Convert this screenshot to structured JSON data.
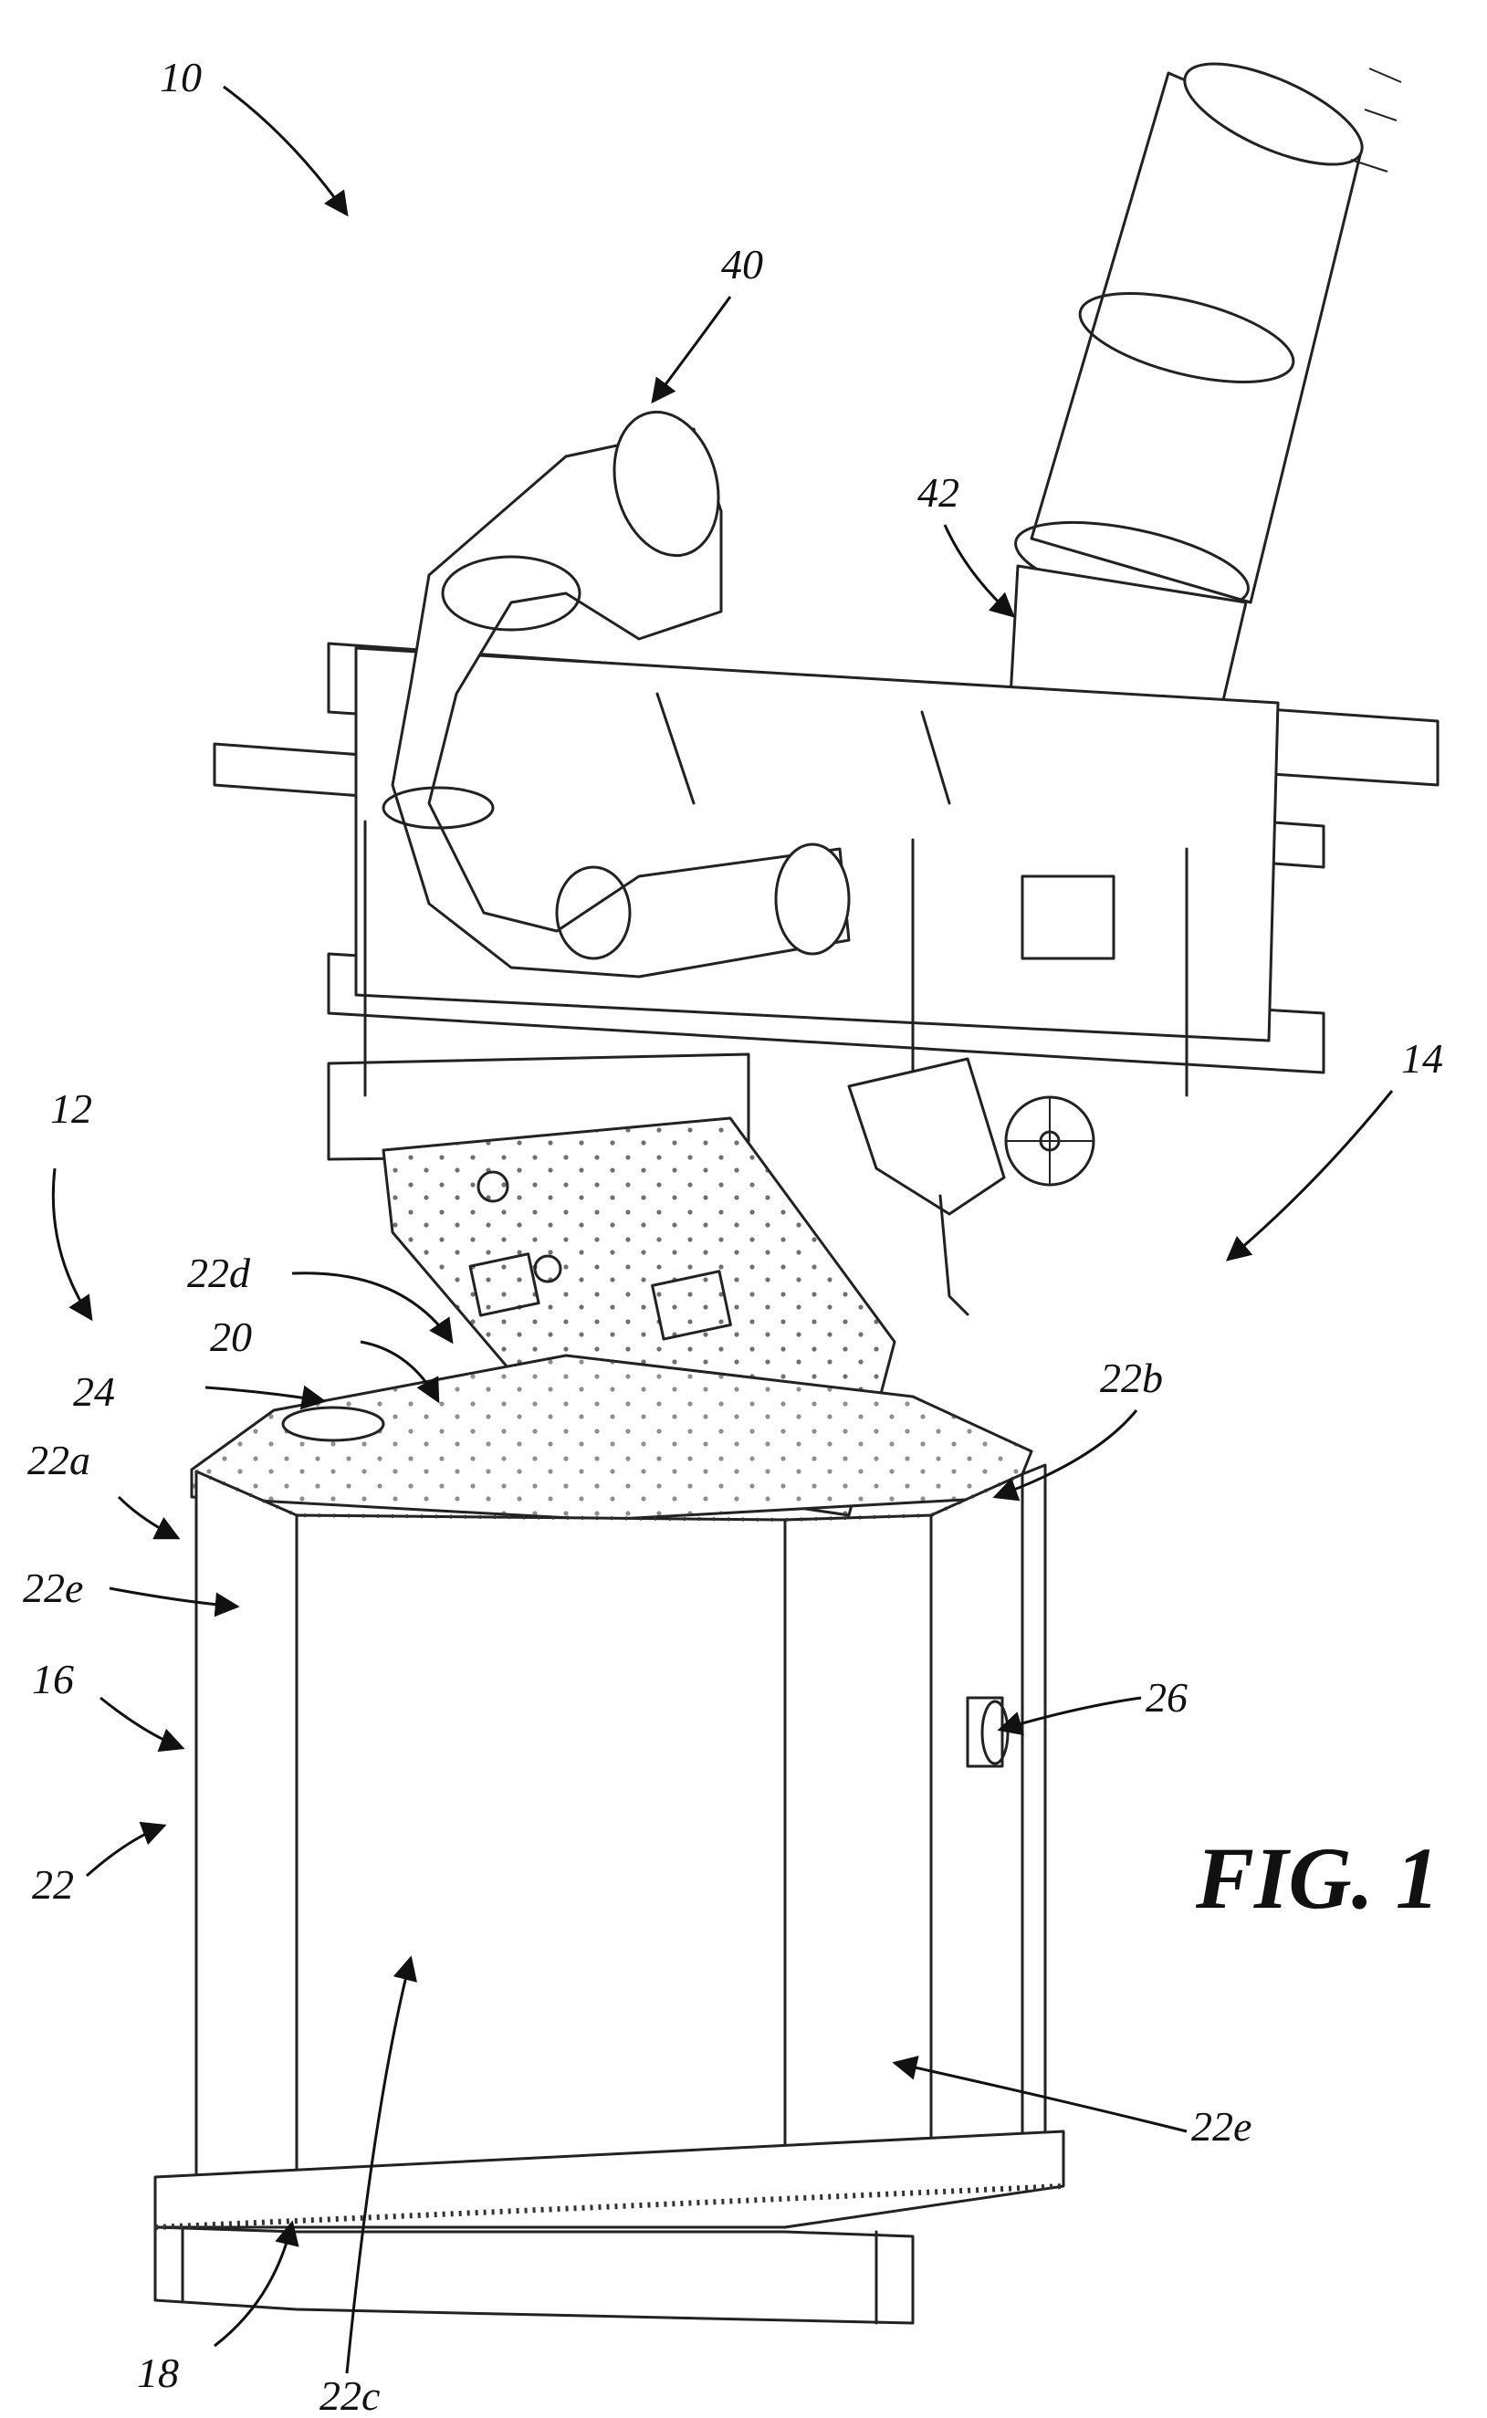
{
  "figure": {
    "title": "FIG. 1",
    "reference_numerals": {
      "r10": "10",
      "r40": "40",
      "r42": "42",
      "r12": "12",
      "r14": "14",
      "r22d": "22d",
      "r20": "20",
      "r24": "24",
      "r22b": "22b",
      "r22a": "22a",
      "r22e_left": "22e",
      "r16": "16",
      "r26": "26",
      "r22": "22",
      "r22e_right": "22e",
      "r18": "18",
      "r22c": "22c"
    }
  },
  "colors": {
    "line": "#222222",
    "background": "#ffffff"
  }
}
